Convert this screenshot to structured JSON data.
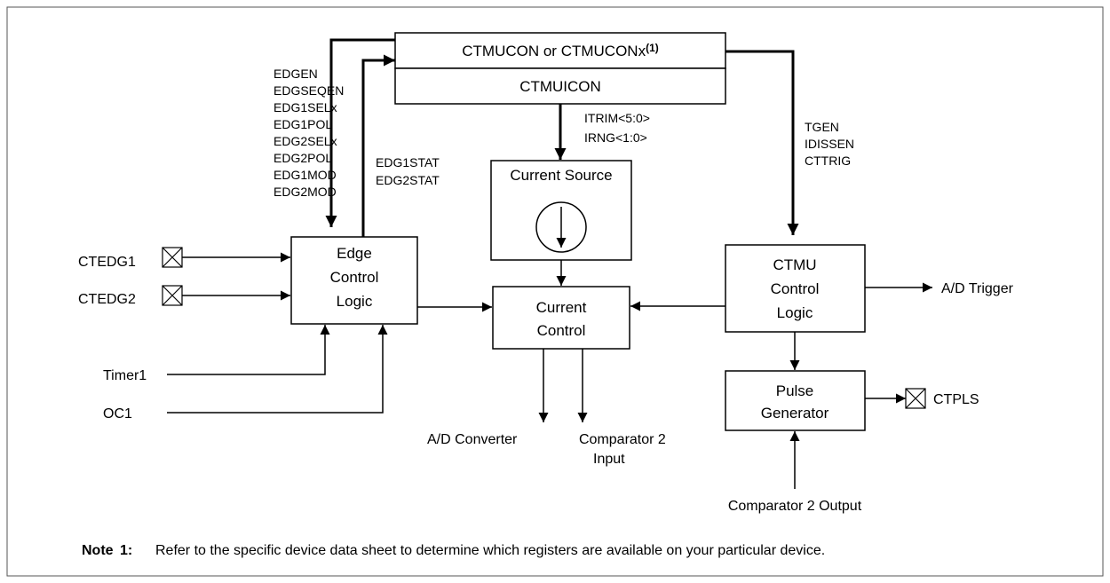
{
  "register_box": {
    "top_label": "CTMUCON or CTMUCONx",
    "top_superscript": "(1)",
    "bottom_label": "CTMUICON"
  },
  "edge_control_signals": [
    "EDGEN",
    "EDGSEQEN",
    "EDG1SELx",
    "EDG1POL",
    "EDG2SELx",
    "EDG2POL",
    "EDG1MOD",
    "EDG2MOD"
  ],
  "edge_status_signals": [
    "EDG1STAT",
    "EDG2STAT"
  ],
  "current_trim_signals": [
    "ITRIM<5:0>",
    "IRNG<1:0>"
  ],
  "ctmu_control_signals": [
    "TGEN",
    "IDISSEN",
    "CTTRIG"
  ],
  "blocks": {
    "current_source": "Current Source",
    "edge_control": [
      "Edge",
      "Control",
      "Logic"
    ],
    "current_control": [
      "Current",
      "Control"
    ],
    "ctmu_control": [
      "CTMU",
      "Control",
      "Logic"
    ],
    "pulse_generator": [
      "Pulse",
      "Generator"
    ]
  },
  "pins": {
    "ctedg1": "CTEDG1",
    "ctedg2": "CTEDG2",
    "ctpls": "CTPLS"
  },
  "inputs": {
    "timer1": "Timer1",
    "oc1": "OC1",
    "comparator2_output": "Comparator 2 Output"
  },
  "outputs": {
    "ad_converter": "A/D Converter",
    "comparator2_input": [
      "Comparator 2",
      "Input"
    ],
    "ad_trigger": "A/D Trigger"
  },
  "note": {
    "label": "Note",
    "number": "1:",
    "text": "Refer to the specific device data sheet to determine which registers are available on your particular device."
  }
}
